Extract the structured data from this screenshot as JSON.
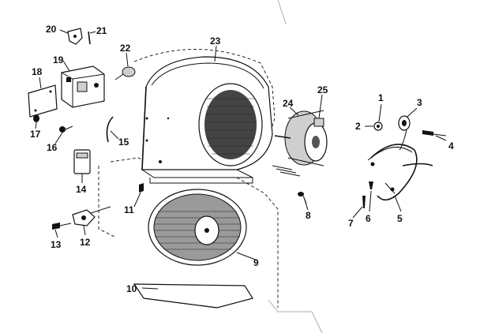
{
  "callouts": {
    "c1": "1",
    "c2": "2",
    "c3": "3",
    "c4": "4",
    "c5": "5",
    "c6": "6",
    "c7": "7",
    "c8": "8",
    "c9": "9",
    "c10": "10",
    "c11": "11",
    "c12": "12",
    "c13": "13",
    "c14": "14",
    "c15": "15",
    "c16": "16",
    "c17": "17",
    "c18": "18",
    "c19": "19",
    "c20": "20",
    "c21": "21",
    "c22": "22",
    "c23": "23",
    "c24": "24",
    "c25": "25"
  },
  "colors": {
    "ink": "#111111",
    "paper": "#ffffff"
  }
}
